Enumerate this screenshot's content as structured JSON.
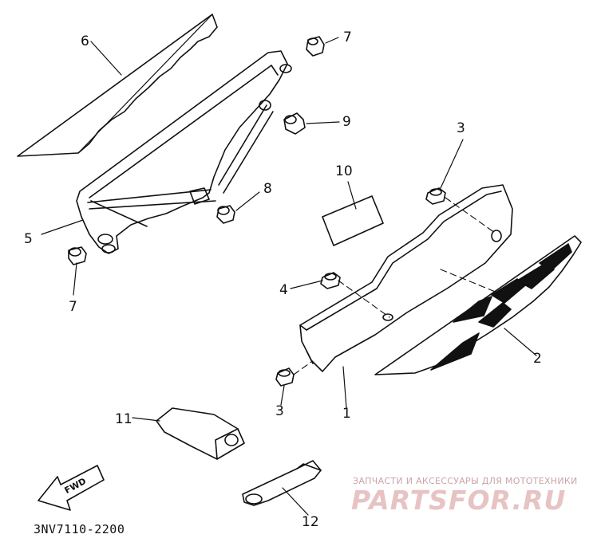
{
  "labels": {
    "p1": "1",
    "p2": "2",
    "p3a": "3",
    "p3b": "3",
    "p4": "4",
    "p5": "5",
    "p6": "6",
    "p7a": "7",
    "p7b": "7",
    "p8": "8",
    "p9": "9",
    "p10": "10",
    "p11": "11",
    "p12": "12"
  },
  "fwd": "FWD",
  "diagram_code": "3NV7110-2200",
  "watermark": {
    "tagline": "ЗАПЧАСТИ И АКСЕССУАРЫ ДЛЯ МОТОТЕХНИКИ",
    "brand": "PARTSFOR.RU"
  }
}
